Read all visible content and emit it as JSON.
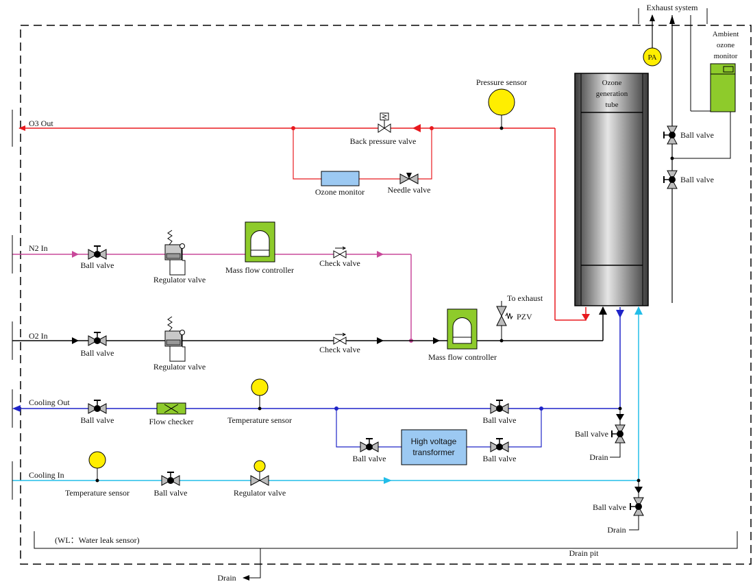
{
  "colors": {
    "ozone_line": "#e8191e",
    "nitrogen_line": "#c8489a",
    "oxygen_line": "#000000",
    "cooling_out_line": "#1f24c8",
    "cooling_in_line": "#22bde8",
    "sensor_fill": "#ffee00",
    "controller_fill": "#8ecb2b",
    "monitor_fill": "#9cc9f2",
    "tube_fill": "#8a8a8a"
  },
  "labels": {
    "exhaust_system": "Exhaust system",
    "ambient_ozone_monitor": [
      "Ambient",
      "ozone",
      "monitor"
    ],
    "pa": "PA",
    "ozone_generation_tube": [
      "Ozone",
      "generation",
      "tube"
    ],
    "pressure_sensor": "Pressure sensor",
    "o3_out": "O3 Out",
    "back_pressure_valve": "Back pressure valve",
    "ozone_monitor": "Ozone monitor",
    "needle_valve": "Needle valve",
    "n2_in": "N2 In",
    "o2_in": "O2 In",
    "cooling_out": "Cooling Out",
    "cooling_in": "Cooling In",
    "ball_valve": "Ball valve",
    "regulator_valve": "Regulator valve",
    "mass_flow_controller": "Mass flow controller",
    "check_valve": "Check valve",
    "to_exhaust": "To exhaust",
    "pzv": "PZV",
    "flow_checker": "Flow checker",
    "temperature_sensor": "Temperature sensor",
    "high_voltage_transformer": [
      "High voltage",
      "transformer"
    ],
    "drain": "Drain",
    "wl_note": "(WL：Water leak sensor)",
    "drain_pit": "Drain pit"
  }
}
